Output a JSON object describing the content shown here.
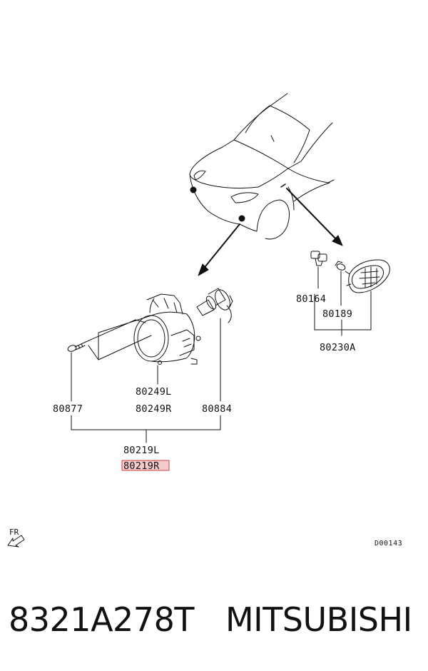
{
  "parts": {
    "p80164": "80164",
    "p80189": "80189",
    "p80230A": "80230A",
    "p80249L": "80249L",
    "p80249R": "80249R",
    "p80877": "80877",
    "p80884": "80884",
    "p80219L": "80219L",
    "p80219R": "80219R"
  },
  "highlight_color": "#d04040",
  "direction_label": "FR",
  "diagram_code": "D00143",
  "footer": {
    "part_number": "8321A278T",
    "brand": "MITSUBISHI"
  }
}
